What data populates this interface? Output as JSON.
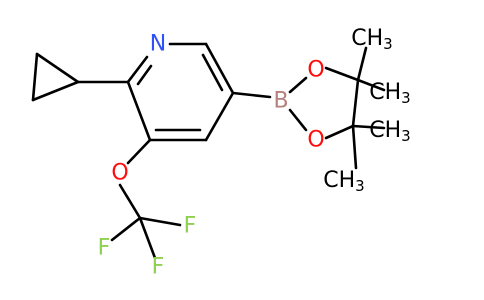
{
  "molecule": {
    "atoms": {
      "n1": {
        "text": "N",
        "color": "#3050F8"
      },
      "b1": {
        "text": "B",
        "color": "#B5817E"
      },
      "o_top": {
        "text": "O",
        "color": "#FF0D0D"
      },
      "o_bot": {
        "text": "O",
        "color": "#FF0D0D"
      },
      "o_ether": {
        "text": "O",
        "color": "#FF0D0D"
      },
      "f_right": {
        "text": "F",
        "color": "#90D050"
      },
      "f_left": {
        "text": "F",
        "color": "#90D050"
      },
      "f_bottom": {
        "text": "F",
        "color": "#90D050"
      }
    },
    "methyls": {
      "me1": {
        "text": "CH",
        "sub": "3"
      },
      "me2": {
        "text": "CH",
        "sub": "3"
      },
      "me3": {
        "text": "CH",
        "sub": "3"
      },
      "me4": {
        "text": "CH",
        "sub": "3"
      }
    },
    "bond_color": "#000000"
  }
}
